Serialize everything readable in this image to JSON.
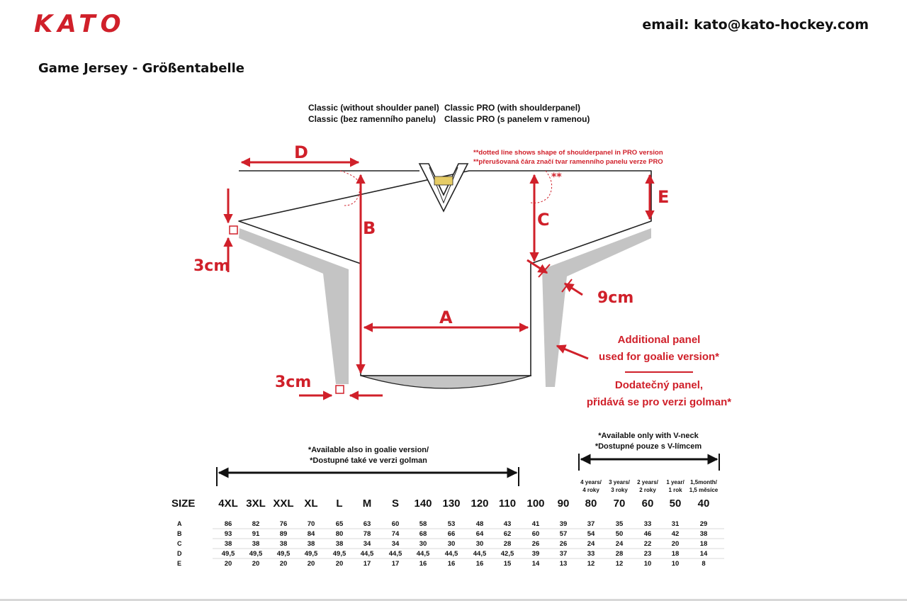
{
  "header": {
    "logo": "KATO",
    "email": "email: kato@kato-hockey.com",
    "title": "Game Jersey - Größentabelle"
  },
  "variants": {
    "classic_en": "Classic (without shoulder panel)",
    "classic_cz": "Classic (bez ramenního panelu)",
    "pro_en": "Classic PRO (with shoulderpanel)",
    "pro_cz": "Classic PRO (s panelem v ramenou)"
  },
  "notes": {
    "dotted_en": "**dotted line shows shape of shoulderpanel in PRO version",
    "dotted_cz": "**přerušovaná čára značí tvar ramenního panelu verze PRO",
    "asterisks": "**",
    "goalie_panel_en_1": "Additional panel",
    "goalie_panel_en_2": "used for goalie version*",
    "goalie_panel_cz_1": "Dodatečný panel,",
    "goalie_panel_cz_2": "přidává se pro verzi golman*",
    "avail_goalie_en": "*Available also in goalie version/",
    "avail_goalie_cz": "*Dostupné také ve verzi golman",
    "avail_vneck_en": "*Available only with V-neck",
    "avail_vneck_cz": "*Dostupné pouze s V-límcem"
  },
  "dimensions": {
    "a": "A",
    "b": "B",
    "c": "C",
    "d": "D",
    "e": "E",
    "cm_left": "3cm",
    "cm_bottom": "3cm",
    "cm_right": "9cm"
  },
  "colors": {
    "accent": "#d0202a",
    "panel_gray": "#c4c4c4",
    "outline": "#222222"
  },
  "table": {
    "size_label": "SIZE",
    "sizes": [
      "4XL",
      "3XL",
      "XXL",
      "XL",
      "L",
      "M",
      "S",
      "140",
      "130",
      "120",
      "110",
      "100",
      "90",
      "80",
      "70",
      "60",
      "50",
      "40"
    ],
    "age_notes": [
      {
        "size": "80",
        "line1": "4 years/",
        "line2": "4 roky"
      },
      {
        "size": "70",
        "line1": "3 years/",
        "line2": "3 roky"
      },
      {
        "size": "60",
        "line1": "2 years/",
        "line2": "2 roky"
      },
      {
        "size": "50",
        "line1": "1 year/",
        "line2": "1 rok"
      },
      {
        "size": "40",
        "line1": "1,5month/",
        "line2": "1,5 měsíce"
      }
    ],
    "rows": [
      {
        "label": "A",
        "values": [
          "86",
          "82",
          "76",
          "70",
          "65",
          "63",
          "60",
          "58",
          "53",
          "48",
          "43",
          "41",
          "39",
          "37",
          "35",
          "33",
          "31",
          "29"
        ]
      },
      {
        "label": "B",
        "values": [
          "93",
          "91",
          "89",
          "84",
          "80",
          "78",
          "74",
          "68",
          "66",
          "64",
          "62",
          "60",
          "57",
          "54",
          "50",
          "46",
          "42",
          "38"
        ]
      },
      {
        "label": "C",
        "values": [
          "38",
          "38",
          "38",
          "38",
          "38",
          "34",
          "34",
          "30",
          "30",
          "30",
          "28",
          "26",
          "26",
          "24",
          "24",
          "22",
          "20",
          "18"
        ]
      },
      {
        "label": "D",
        "values": [
          "49,5",
          "49,5",
          "49,5",
          "49,5",
          "49,5",
          "44,5",
          "44,5",
          "44,5",
          "44,5",
          "44,5",
          "42,5",
          "39",
          "37",
          "33",
          "28",
          "23",
          "18",
          "14"
        ]
      },
      {
        "label": "E",
        "values": [
          "20",
          "20",
          "20",
          "20",
          "20",
          "17",
          "17",
          "16",
          "16",
          "16",
          "15",
          "14",
          "13",
          "12",
          "12",
          "10",
          "10",
          "8"
        ]
      }
    ]
  }
}
